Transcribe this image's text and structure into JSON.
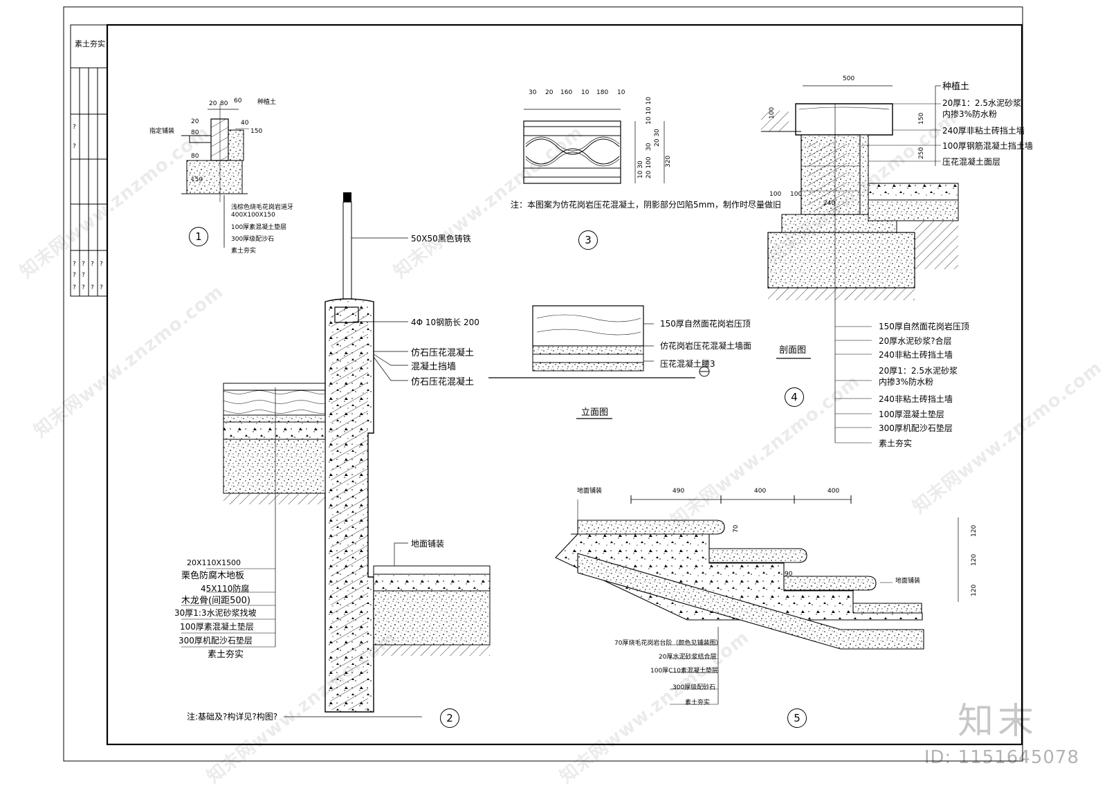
{
  "title_block": {
    "header": "素土夯实",
    "marks": [
      "?",
      "?",
      "?",
      "?",
      "?",
      "?",
      "?",
      "?",
      "?",
      "?",
      "?",
      "?"
    ]
  },
  "detail1": {
    "number": "1",
    "dims": [
      "20",
      "80",
      "60",
      "20",
      "80",
      "40",
      "150",
      "80",
      "150"
    ],
    "label_left": "指定铺装",
    "label_right": "种植土",
    "callouts": [
      "浅棕色烧毛花岗岩道牙",
      "400X100X150",
      "100厚素混凝土垫层",
      "300厚级配沙石",
      "素土夯实"
    ]
  },
  "detail2": {
    "number": "2",
    "callouts_top": [
      "50X50黑色铸铁",
      "4Φ 10钢筋长 200",
      "仿石压花混凝土",
      "混凝土挡墙",
      "仿石压花混凝土"
    ],
    "paving": "地面铺装",
    "callouts_left": [
      "20X110X1500",
      "栗色防腐木地板",
      "45X110防腐",
      "木龙骨(间距500)",
      "30厚1:3水泥砂浆找坡",
      "100厚素混凝土垫层",
      "300厚机配沙石垫层",
      "素土夯实"
    ],
    "note": "注:基础及?构详见?构图?"
  },
  "detail3": {
    "number": "3",
    "dims_top": [
      "30",
      "20",
      "160",
      "10",
      "180",
      "10"
    ],
    "dims_right": [
      "10 10 10",
      "30",
      "20 30",
      "20 100",
      "10 30",
      "320"
    ],
    "note": "注：本图案为仿花岗岩压花混凝土，阴影部分凹陷5mm，制作时尽量做旧",
    "elevation_callouts": [
      "150厚自然面花岗岩压顶",
      "仿花岗岩压花混凝土墙面",
      "压花混凝土腰3"
    ],
    "elevation_title": "立面图"
  },
  "detail4": {
    "number": "4",
    "dims": [
      "500",
      "100",
      "150",
      "250",
      "100",
      "100",
      "240"
    ],
    "callouts_top": [
      "种植土",
      "20厚1：2.5水泥砂浆",
      "内掺3%防水粉",
      "240厚非粘土砖挡土墙",
      "100厚钢筋混凝土挡土墙",
      "压花混凝土面层"
    ],
    "callouts_bottom": [
      "150厚自然面花岗岩压顶",
      "20厚水泥砂浆?合层",
      "240非粘土砖挡土墙",
      "20厚1：2.5水泥砂浆",
      "内掺3%防水粉",
      "240非粘土砖挡土墙",
      "100厚混凝土垫层",
      "300厚机配沙石垫层",
      "素土夯实"
    ],
    "title": "剖面图"
  },
  "detail5": {
    "number": "5",
    "dims_top": [
      "490",
      "400",
      "400"
    ],
    "dims_side": [
      "70",
      "90",
      "120",
      "120",
      "120"
    ],
    "paving_left": "地面铺装",
    "paving_right": "地面铺装",
    "callouts": [
      "70厚烧毛花岗岩台阶（颜色见铺装图）",
      "20厚水泥砂浆结合层",
      "100厚C10素混凝土垫层",
      "300厚级配砂石",
      "素土夯实"
    ]
  },
  "watermark": {
    "text": "知末网www.znzmo.com",
    "brand": "知末",
    "id": "ID: 1151645078"
  }
}
